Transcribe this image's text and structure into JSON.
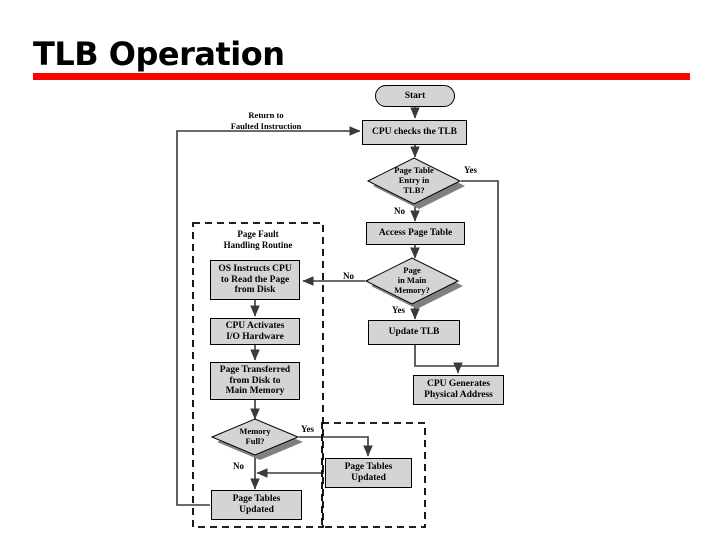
{
  "slide": {
    "title": "TLB Operation",
    "accent_color": "#ff0000",
    "node_fill": "#d4d4d4",
    "node_shadow": "#808080",
    "stroke_color": "#000000",
    "background": "#ffffff"
  },
  "flow": {
    "nodes": {
      "start": "Start",
      "cpu_checks_tlb": "CPU checks the TLB",
      "page_table_entry_in_tlb": "Page Table Entry in TLB?",
      "access_page_table": "Access Page Table",
      "page_in_main_memory": "Page in Main Memory?",
      "update_tlb": "Update TLB",
      "cpu_generates_physical_address": "CPU Generates Physical Address",
      "os_instructs_cpu": "OS Instructs CPU to Read the Page from Disk",
      "cpu_activates_io": "CPU Activates I/O Hardware",
      "page_transferred": "Page Transferred from Disk to Main Memory",
      "memory_full": "Memory Full?",
      "page_tables_updated_right": "Page Tables Updated",
      "page_tables_updated_left": "Page Tables Updated"
    },
    "node_lines": {
      "page_table_entry_in_tlb": [
        "Page Table",
        "Entry in",
        "TLB?"
      ],
      "page_in_main_memory": [
        "Page",
        "in Main",
        "Memory?"
      ],
      "memory_full": [
        "Memory",
        "Full?"
      ],
      "os_instructs_cpu": [
        "OS Instructs CPU",
        "to Read the Page",
        "from Disk"
      ],
      "cpu_activates_io": [
        "CPU Activates",
        "I/O Hardware"
      ],
      "page_transferred": [
        "Page Transferred",
        "from Disk to",
        "Main Memory"
      ],
      "cpu_generates_physical_address": [
        "CPU Generates",
        "Physical Address"
      ],
      "page_tables_updated_right": [
        "Page Tables",
        "Updated"
      ],
      "page_tables_updated_left": [
        "Page Tables",
        "Updated"
      ]
    },
    "edge_labels": {
      "tlb_yes": "Yes",
      "tlb_no": "No",
      "main_memory_yes": "Yes",
      "main_memory_no": "No",
      "memory_full_yes": "Yes",
      "memory_full_no": "No"
    },
    "groups": {
      "page_fault_routine_line1": "Page Fault",
      "page_fault_routine_line2": "Handling Routine"
    },
    "return_path": {
      "line1": "Return to",
      "line2": "Faulted Instruction"
    }
  }
}
